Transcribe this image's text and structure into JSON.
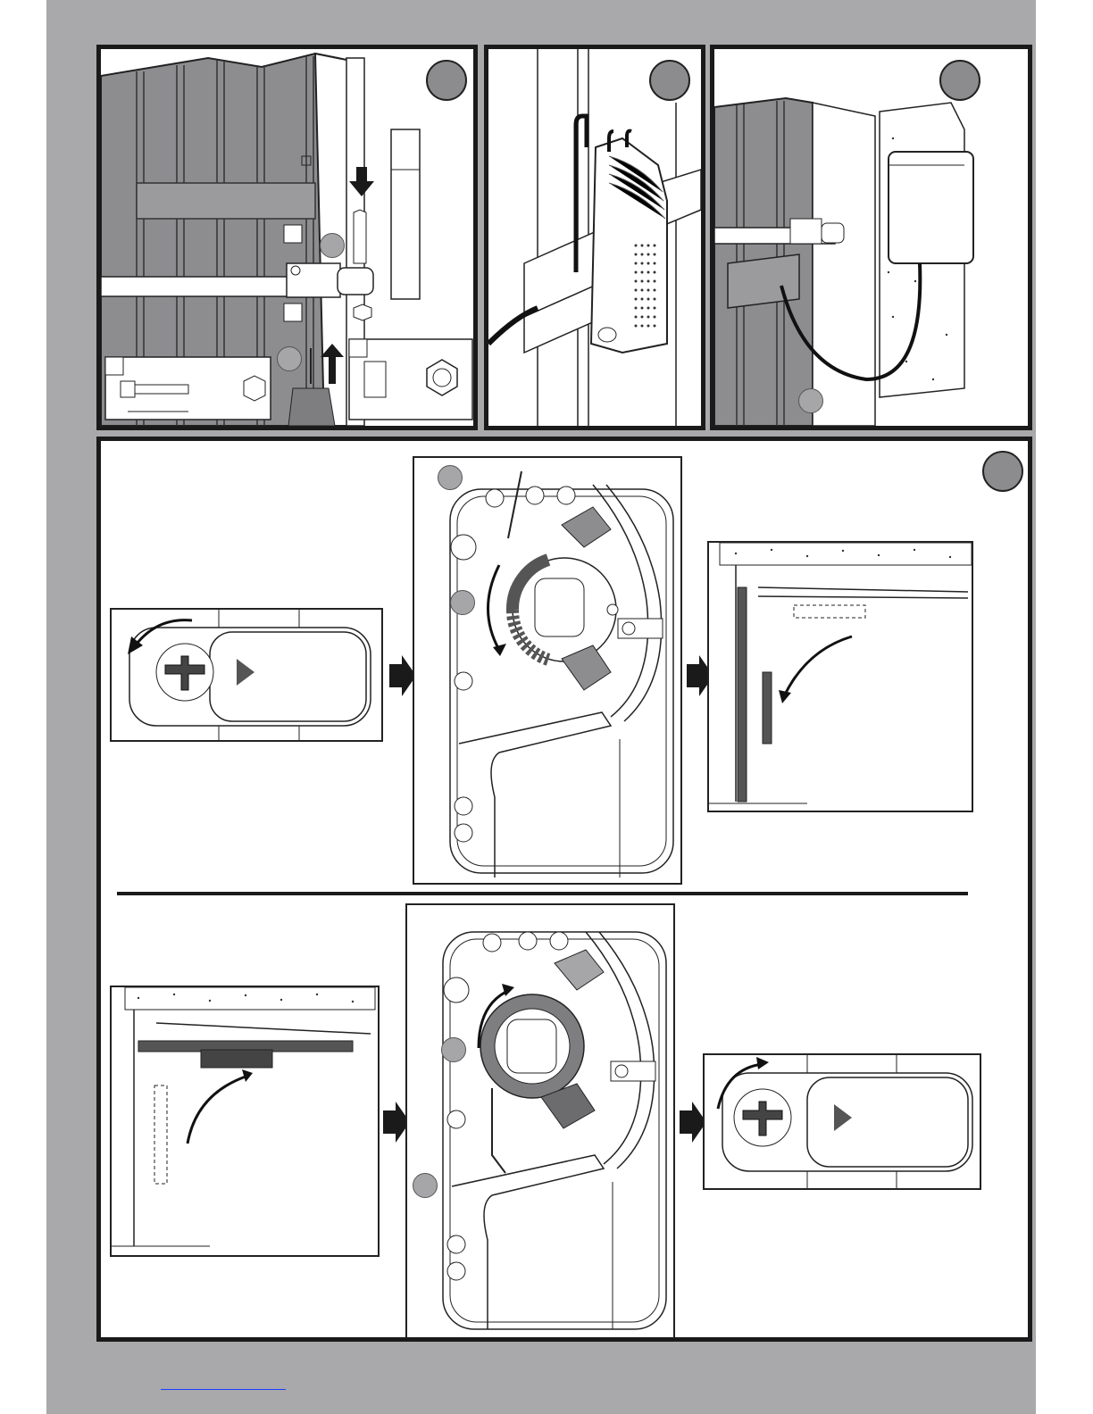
{
  "page": {
    "title": ""
  },
  "colors": {
    "background": "#a9a8ab",
    "panel_border": "#1a1a1a",
    "badge": "#8c8b8e"
  },
  "figures": [
    {
      "id": "step-1",
      "icons": [
        "door-panel-icon",
        "bolt-icon",
        "nut-icon",
        "drill-icon",
        "arrow-down-icon",
        "arrow-up-icon"
      ]
    },
    {
      "id": "step-2",
      "icons": [
        "control-unit-icon",
        "cable-icon"
      ]
    },
    {
      "id": "step-3",
      "icons": [
        "junction-box-icon",
        "cable-icon"
      ]
    },
    {
      "id": "step-4",
      "icons": [
        "release-knob-icon",
        "limit-switch-cam-icon",
        "door-arm-icon",
        "arrow-right-icon"
      ]
    }
  ],
  "footer": {
    "link_text": ""
  }
}
